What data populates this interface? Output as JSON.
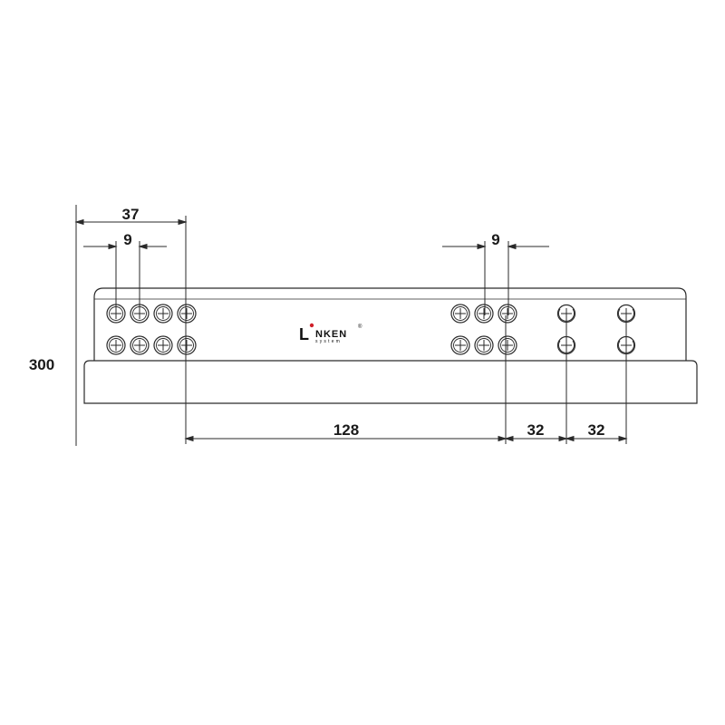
{
  "drawing": {
    "stroke_color": "#2a2a2a",
    "background": "#ffffff",
    "brand_accent": "#d0202a"
  },
  "dimensions": {
    "overall_height": "300",
    "offset_left": "37",
    "hole_pitch_left": "9",
    "hole_pitch_right": "9",
    "span_main": "128",
    "span_a": "32",
    "span_b": "32"
  },
  "logo": {
    "initial": "L",
    "word": "NKEN",
    "sub": "system",
    "registered": "®"
  }
}
